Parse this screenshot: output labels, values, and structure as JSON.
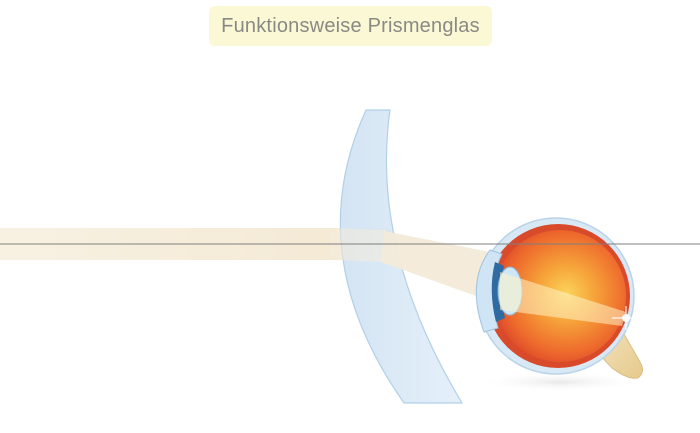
{
  "title": "Funktionsweise Prismenglas",
  "colors": {
    "title_background": "#fbf8d6",
    "title_text": "#8a8a84",
    "lens": "#dbeaf6",
    "lens_edge": "#a9cbe6",
    "light_beam": "#f7efe0",
    "optical_axis": "#7f7f7f",
    "eye_sclera_outer": "#cfe3f2",
    "eye_inner": "#e8542c",
    "eye_vitreous": "#f39a2e",
    "optic_nerve": "#f1dcae",
    "iris": "#2f6aa0"
  },
  "diagram": {
    "elements": [
      "light-beam",
      "prism-lens",
      "optical-axis",
      "eye-cross-section"
    ]
  }
}
